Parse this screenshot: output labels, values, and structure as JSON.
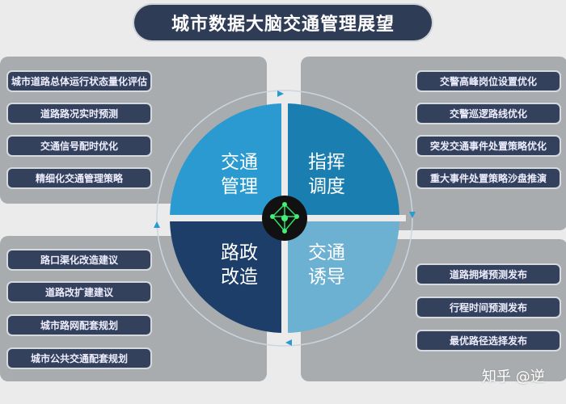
{
  "title": "城市数据大脑交通管理展望",
  "quadrants": {
    "tl": [
      "交通",
      "管理"
    ],
    "tr": [
      "指挥",
      "调度"
    ],
    "bl": [
      "路政",
      "改造"
    ],
    "br": [
      "交通",
      "诱导"
    ]
  },
  "left_top": [
    "城市道路总体运行状态量化评估",
    "道路路况实时预测",
    "交通信号配时优化",
    "精细化交通管理策略"
  ],
  "right_top": [
    "交警高峰岗位设置优化",
    "交警巡逻路线优化",
    "突发交通事件处置策略优化",
    "重大事件处置策略沙盘推演"
  ],
  "left_bottom": [
    "路口渠化改造建议",
    "道路改扩建建议",
    "城市路网配套规划",
    "城市公共交通配套规划"
  ],
  "right_bottom": [
    "道路拥堵预测发布",
    "行程时间预测发布",
    "最优路径选择发布"
  ],
  "watermark": "知乎 @逆",
  "colors": {
    "tl": "#2b9ad0",
    "tr": "#1a7eb0",
    "bl": "#1c3e68",
    "br": "#6cb0d2",
    "title": "#2f3c56",
    "button": "#34415d"
  }
}
